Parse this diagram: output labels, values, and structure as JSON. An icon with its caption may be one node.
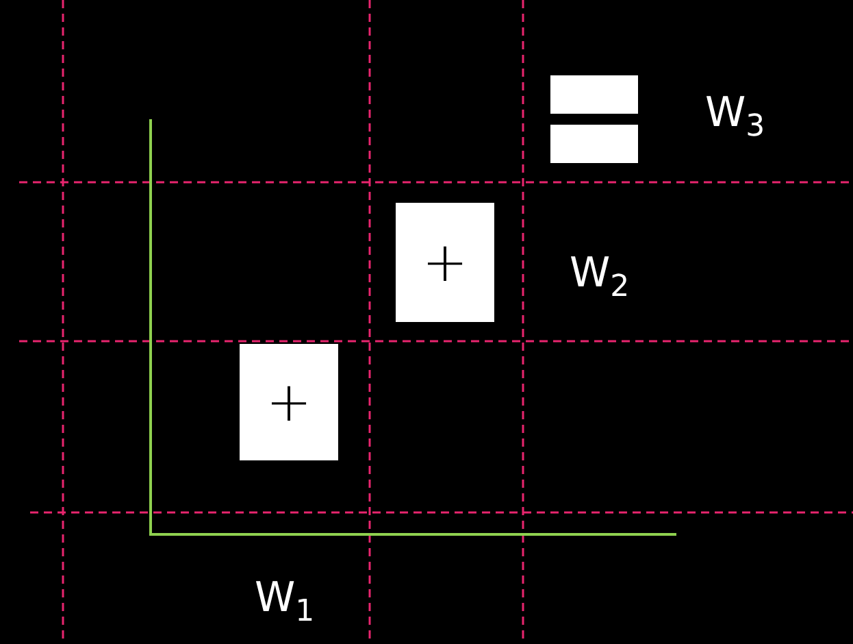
{
  "diagram": {
    "nodes": [
      {
        "text": [],
        "shape": "box"
      },
      {
        "text": [
          "+"
        ]
      },
      {
        "text": [
          "+"
        ]
      }
    ],
    "edges": [],
    "labels": [
      "W$_{3}$",
      "W$_{2}$",
      "W$_{1}$"
    ]
  }
}
